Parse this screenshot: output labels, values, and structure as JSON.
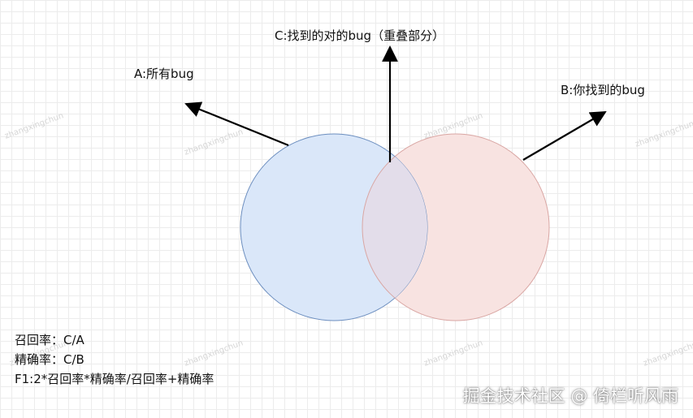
{
  "labels": {
    "a": "A:所有bug",
    "b": "B:你找到的bug",
    "c": "C:找到的对的bug（重叠部分）"
  },
  "formulas": [
    "召回率：C/A",
    "精确率：C/B",
    "F1:2*召回率*精确率/召回率+精确率"
  ],
  "watermark": "掘金技术社区 @ 倚栏听风雨",
  "tile_watermark": "zhangxingchun",
  "colors": {
    "circle_a_fill": "#dae7f9",
    "circle_a_stroke": "#6c8ebf",
    "circle_b_fill": "#f8e3e1",
    "circle_b_stroke": "#d9a6a3",
    "overlap_fill": "#e3ddea",
    "arrow": "#000000"
  }
}
